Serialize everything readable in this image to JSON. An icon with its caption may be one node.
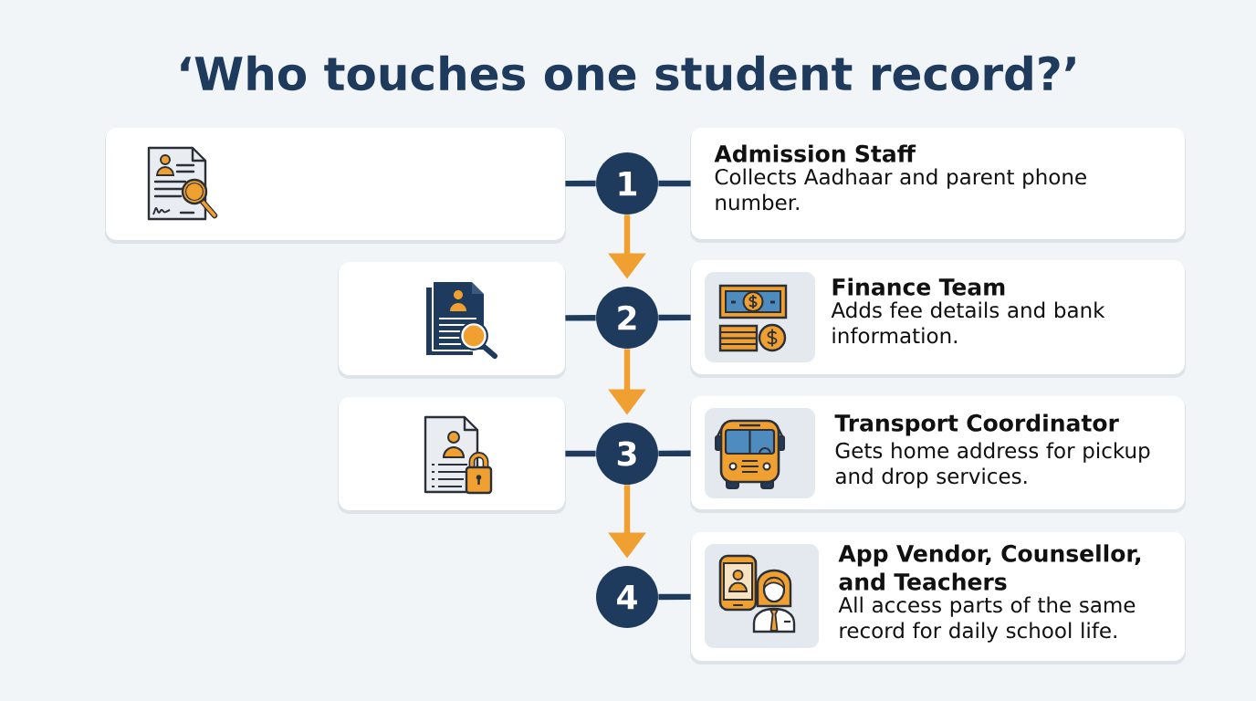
{
  "diagram": {
    "title": "‘Who touches one student record?’",
    "nodes": [
      {
        "text": [],
        "shape": "box"
      },
      {
        "text": [
          "1"
        ]
      },
      {
        "text": [
          "Admission Staff",
          "Collects Aadhaar and parent phone number."
        ]
      },
      {
        "text": [],
        "shape": "box"
      },
      {
        "text": [
          "2"
        ]
      },
      {
        "text": [
          "Finance Team",
          "Adds fee details and bank information."
        ]
      },
      {
        "text": [],
        "shape": "box"
      },
      {
        "text": [
          "3"
        ]
      },
      {
        "text": [
          "Transport Coordinator",
          "Gets home address for pickup and drop services."
        ]
      },
      {
        "text": [
          "4"
        ]
      },
      {
        "text": [
          "App Vendor, Counsellor, and Teachers",
          "All access parts of the same record for daily school life."
        ]
      }
    ],
    "edges": [
      {
        "from": 0,
        "to": 1,
        "arrow": "none"
      },
      {
        "from": 1,
        "to": 2,
        "arrow": "none"
      },
      {
        "from": 1,
        "to": 4,
        "arrow": "to",
        "color": "#f0a030"
      },
      {
        "from": 3,
        "to": 4,
        "arrow": "none"
      },
      {
        "from": 4,
        "to": 5,
        "arrow": "none"
      },
      {
        "from": 4,
        "to": 7,
        "arrow": "to",
        "color": "#f0a030"
      },
      {
        "from": 6,
        "to": 7,
        "arrow": "none"
      },
      {
        "from": 7,
        "to": 8,
        "arrow": "none"
      },
      {
        "from": 7,
        "to": 9,
        "arrow": "to",
        "color": "#f0a030"
      },
      {
        "from": 9,
        "to": 10,
        "arrow": "none"
      }
    ]
  }
}
